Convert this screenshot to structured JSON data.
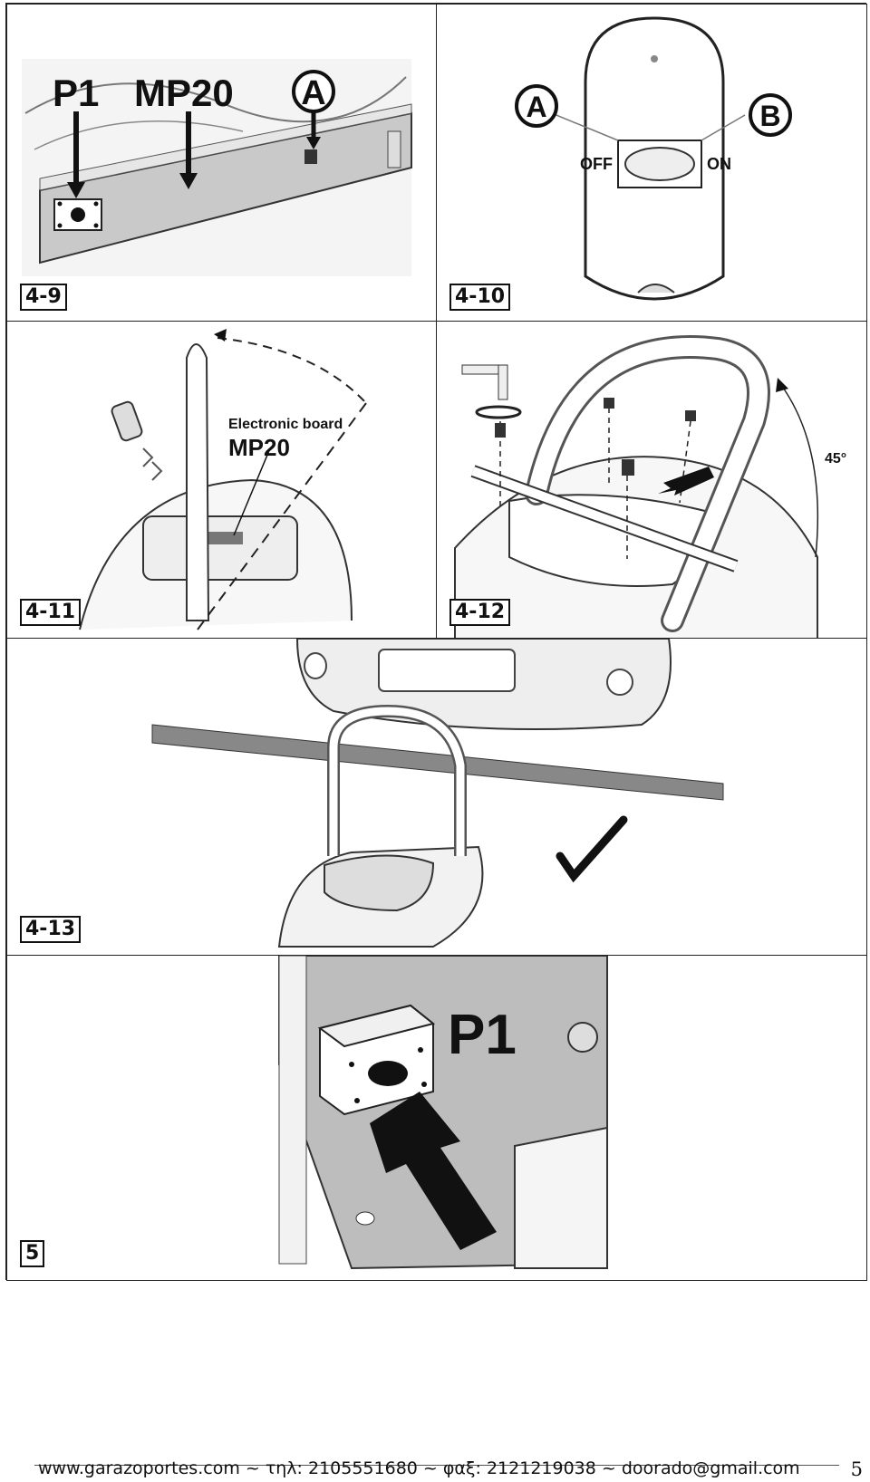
{
  "panels": [
    {
      "id": "4-9",
      "label": "4-9",
      "callouts": [
        "P1",
        "MP20",
        "A"
      ]
    },
    {
      "id": "4-10",
      "label": "4-10",
      "callouts": [
        "A",
        "B",
        "OFF",
        "ON"
      ]
    },
    {
      "id": "4-11",
      "label": "4-11",
      "callouts": [
        "Electronic board",
        "MP20"
      ]
    },
    {
      "id": "4-12",
      "label": "4-12",
      "callouts": [
        "45°"
      ]
    },
    {
      "id": "4-13",
      "label": "4-13",
      "callouts": []
    },
    {
      "id": "5",
      "label": "5",
      "callouts": [
        "P1"
      ]
    }
  ],
  "footer": {
    "text": "www.garazoportes.com ~ τηλ: 2105551680 ~ φαξ: 2121219038 ~ doorado@gmail.com",
    "page_number": "5"
  }
}
